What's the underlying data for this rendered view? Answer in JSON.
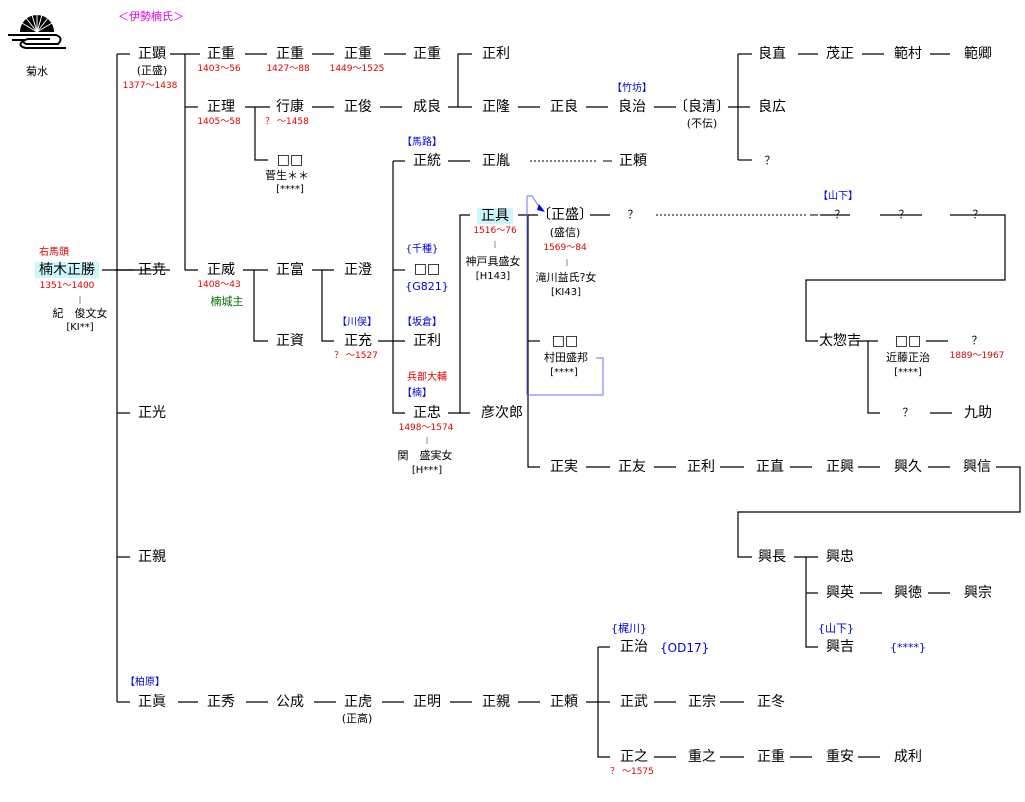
{
  "header": {
    "crest_label": "菊水",
    "clan_title": "＜伊勢楠氏＞"
  },
  "colors": {
    "date": "#e00000",
    "tag": "#0000e0",
    "highlight": "#ccf6fb",
    "title": "#e000e0",
    "green": "#007000",
    "bracket": "#8080ff"
  },
  "root": {
    "title": "右馬頭",
    "name": "楠木正勝",
    "dates": "1351～1400",
    "spouse": "紀　俊文女",
    "spouse_code": "[KI**]"
  },
  "gen1": {
    "masaaki": {
      "name": "正顕",
      "alias": "(正盛)",
      "dates": "1377～1438"
    },
    "masataka": {
      "name": "正尭"
    },
    "masamitsu": {
      "name": "正光"
    },
    "masachika": {
      "name": "正親"
    },
    "masasane": {
      "tag": "【柏原】",
      "name": "正眞"
    }
  },
  "masaaki_line": {
    "shige1": {
      "name": "正重",
      "dates": "1403～56"
    },
    "shige2": {
      "name": "正重",
      "dates": "1427～88"
    },
    "shige3": {
      "name": "正重",
      "dates": "1449～1525"
    },
    "shige4": {
      "name": "正重"
    },
    "toshi": {
      "name": "正利"
    }
  },
  "masamichi_line": {
    "masamichi": {
      "name": "正理",
      "dates": "1405～58"
    },
    "yukiyasu": {
      "name": "行康",
      "dates": "？ ～1458"
    },
    "sugou": {
      "name": "□□",
      "sub": "菅生＊＊",
      "code": "[****]"
    },
    "masatoshi": {
      "name": "正俊"
    },
    "nariyoshi": {
      "name": "成良"
    },
    "masataka2": {
      "name": "正隆"
    },
    "masayoshi": {
      "name": "正良"
    },
    "yoshiharu": {
      "tag": "【竹坊】",
      "name": "良治"
    },
    "yoshikiyo": {
      "name": "〔良清〕",
      "note": "(不伝)"
    },
    "yoshinao": {
      "name": "良直"
    },
    "shigemasa": {
      "name": "茂正"
    },
    "norimura": {
      "name": "範村"
    },
    "noriaki": {
      "name": "範卿"
    },
    "yoshihiro": {
      "name": "良広"
    },
    "unknown": {
      "name": "？"
    }
  },
  "masatake_line": {
    "masatake": {
      "name": "正威",
      "dates": "1408～43",
      "note": "楠城主"
    },
    "masatomi": {
      "name": "正富"
    },
    "masasumi": {
      "name": "正澄"
    },
    "masasuke": {
      "name": "正資"
    },
    "masamitsu2": {
      "tag": "【川俣】",
      "name": "正充",
      "dates": "？ ～1527"
    },
    "masamune_b": {
      "tag": "【馬路】",
      "name": "正統"
    },
    "masatane": {
      "name": "正胤"
    },
    "masayori": {
      "name": "正頼"
    },
    "chikusa": {
      "tag": "{千種}",
      "name": "□□",
      "code": "{G821}"
    },
    "sakakura": {
      "tag": "【坂倉】",
      "name": "正利"
    },
    "masatada": {
      "title": "兵部大輔",
      "tag": "【楠】",
      "name": "正忠",
      "dates": "1498～1574",
      "spouse": "関　盛実女",
      "spouse_code": "[H***]"
    },
    "hikojiro": {
      "name": "彦次郎"
    },
    "masatomo": {
      "name": "正具",
      "dates": "1516～76",
      "spouse": "神戸具盛女",
      "spouse_code": "[H143]"
    },
    "masamori": {
      "name": "〔正盛〕",
      "alias": "(盛信)",
      "dates": "1569～84",
      "spouse": "滝川益氏?女",
      "spouse_code": "[KI43]"
    },
    "unknown1": {
      "name": "？"
    },
    "yamashita": {
      "tag": "【山下】",
      "names": [
        "？",
        "？",
        "？"
      ]
    },
    "murata": {
      "name": "□□",
      "sub": "村田盛邦",
      "code": "[****]"
    },
    "tasokichi": {
      "name": "太惣吉"
    },
    "kondo": {
      "name": "□□",
      "sub": "近藤正治",
      "code": "[****]"
    },
    "kondo_child": {
      "name": "？",
      "dates": "1889～1967"
    },
    "unknown2": {
      "name": "？"
    },
    "kyusuke": {
      "name": "九助"
    },
    "masazane_line": [
      "正実",
      "正友",
      "正利",
      "正直",
      "正興",
      "興久",
      "興信"
    ],
    "okinaga": {
      "name": "興長"
    },
    "okitada": {
      "name": "興忠"
    },
    "okihide_line": [
      "興英",
      "興徳",
      "興宗"
    ],
    "okiyoshi": {
      "tag": "{山下}",
      "name": "興吉",
      "code": "{****}"
    }
  },
  "kashiwabara_line": {
    "chain": [
      "正秀",
      "公成",
      "正虎",
      "正明",
      "正親",
      "正頼"
    ],
    "masatora_alias": "(正高)",
    "masaharu": {
      "tag": "{梶川}",
      "name": "正治",
      "code": "{OD17}"
    },
    "masatake2_line": [
      "正武",
      "正宗",
      "正冬"
    ],
    "masayuki_line": [
      "正之",
      "重之",
      "正重",
      "重安",
      "成利"
    ],
    "masayuki_dates": "？ ～1575"
  }
}
